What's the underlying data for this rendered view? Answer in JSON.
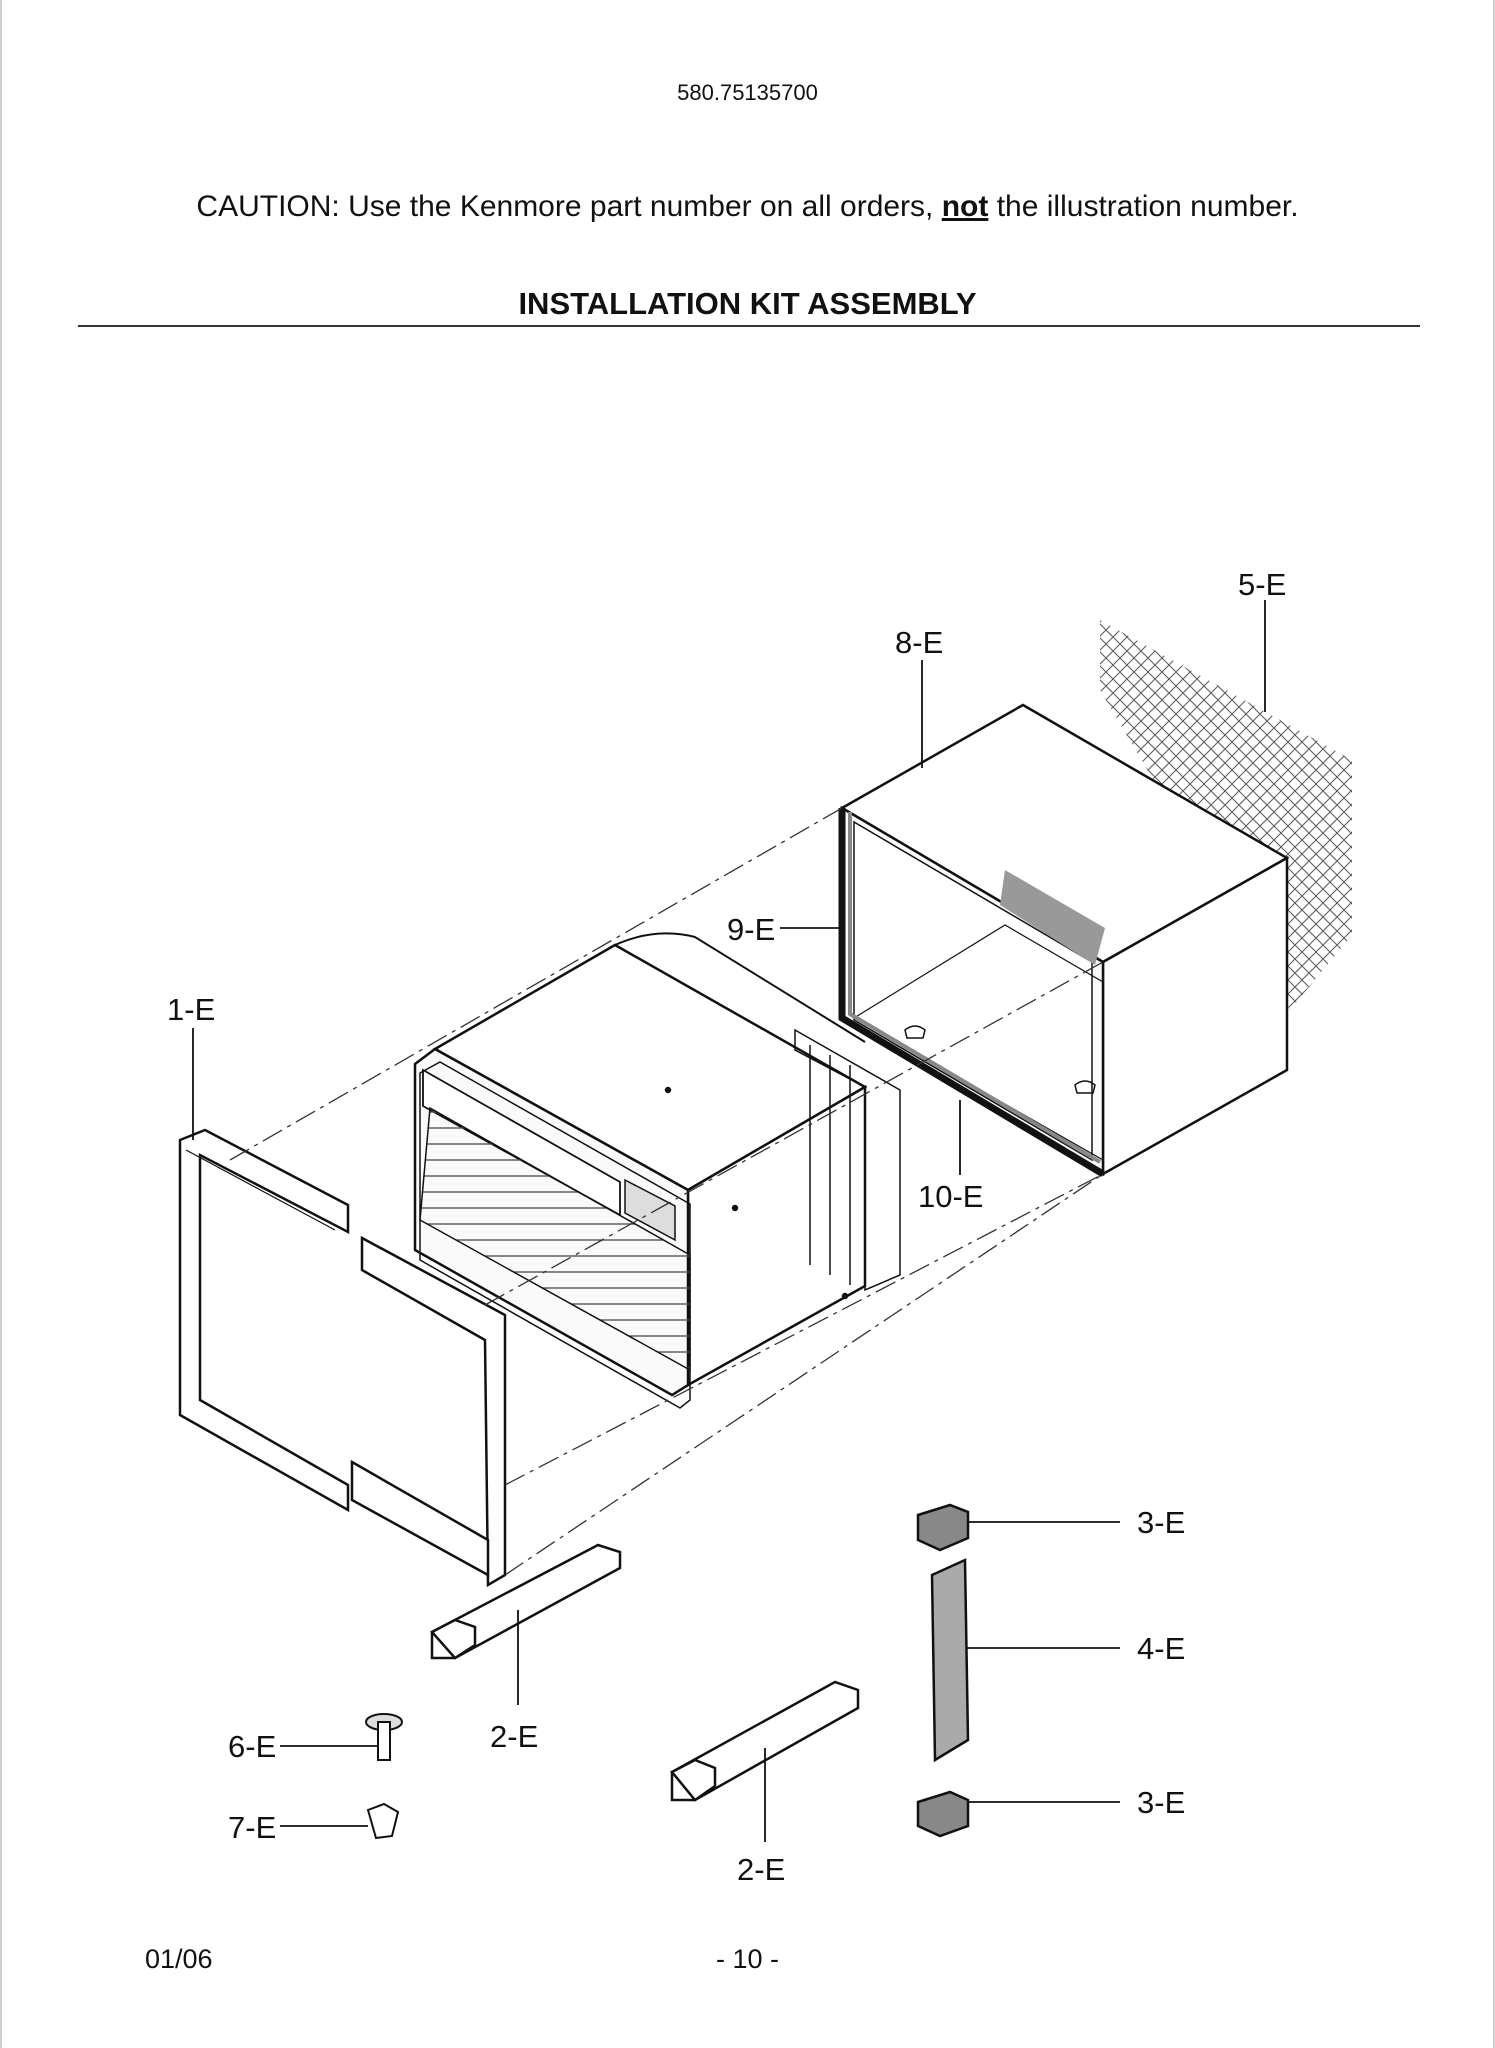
{
  "header": {
    "model_number": "580.75135700",
    "caution_prefix": "CAUTION: Use the Kenmore part number on all orders,",
    "caution_emphasis": "not",
    "caution_suffix": "the illustration number.",
    "section_title": "INSTALLATION KIT ASSEMBLY"
  },
  "parts": {
    "p1": "1-E",
    "p2a": "2-E",
    "p2b": "2-E",
    "p3a": "3-E",
    "p3b": "3-E",
    "p4": "4-E",
    "p5": "5-E",
    "p6": "6-E",
    "p7": "7-E",
    "p8": "8-E",
    "p9": "9-E",
    "p10": "10-E"
  },
  "footer": {
    "date": "01/06",
    "page": "- 10 -"
  }
}
